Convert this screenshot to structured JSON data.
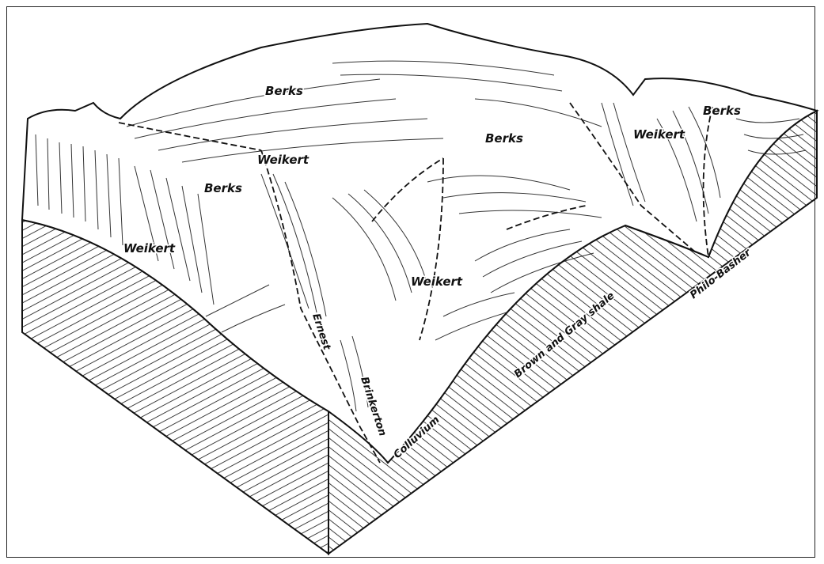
{
  "labels": {
    "berks_top": "Berks",
    "berks_center": "Berks",
    "berks_right": "Berks",
    "berks_left": "Berks",
    "weikert_upper_left": "Weikert",
    "weikert_upper_right": "Weikert",
    "weikert_left": "Weikert",
    "weikert_center": "Weikert",
    "ernest": "Ernest",
    "brinkerton": "Brinkerton",
    "colluvium": "Colluvium",
    "brown_gray_shale": "Brown and Gray shale",
    "philo_basher": "Philo-Basher"
  },
  "colors": {
    "ink": "#111111",
    "paper": "#ffffff"
  }
}
